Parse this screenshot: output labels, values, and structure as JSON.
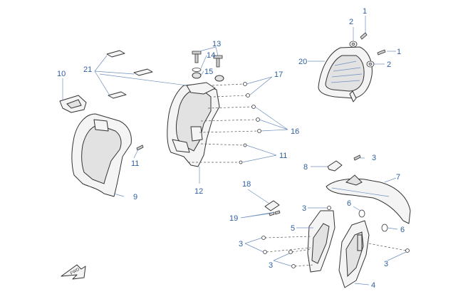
{
  "callouts": [
    {
      "id": "c1a",
      "text": "1"
    },
    {
      "id": "c2a",
      "text": "2"
    },
    {
      "id": "c1b",
      "text": "1"
    },
    {
      "id": "c2b",
      "text": "2"
    },
    {
      "id": "c20",
      "text": "20"
    },
    {
      "id": "c13",
      "text": "13"
    },
    {
      "id": "c14",
      "text": "14"
    },
    {
      "id": "c15",
      "text": "15"
    },
    {
      "id": "c21",
      "text": "21"
    },
    {
      "id": "c10",
      "text": "10"
    },
    {
      "id": "c17",
      "text": "17"
    },
    {
      "id": "c16",
      "text": "16"
    },
    {
      "id": "c11a",
      "text": "11"
    },
    {
      "id": "c11b",
      "text": "11"
    },
    {
      "id": "c9",
      "text": "9"
    },
    {
      "id": "c12",
      "text": "12"
    },
    {
      "id": "c8",
      "text": "8"
    },
    {
      "id": "c3a",
      "text": "3"
    },
    {
      "id": "c7",
      "text": "7"
    },
    {
      "id": "c18",
      "text": "18"
    },
    {
      "id": "c3b",
      "text": "3"
    },
    {
      "id": "c6a",
      "text": "6"
    },
    {
      "id": "c19",
      "text": "19"
    },
    {
      "id": "c5",
      "text": "5"
    },
    {
      "id": "c6b",
      "text": "6"
    },
    {
      "id": "c3c",
      "text": "3"
    },
    {
      "id": "c3d",
      "text": "3"
    },
    {
      "id": "c3e",
      "text": "3"
    },
    {
      "id": "c4",
      "text": "4"
    }
  ],
  "fwd_label": "FWD",
  "colors": {
    "callout_text": "#2e5f9e",
    "leader": "#6f8fbf",
    "outline": "#333333"
  }
}
